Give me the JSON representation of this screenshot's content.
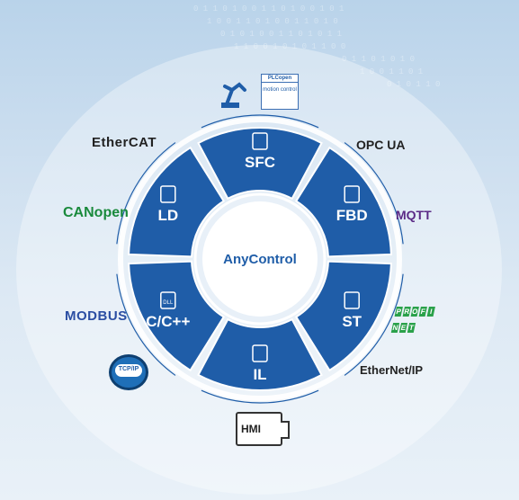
{
  "center": {
    "label": "AnyControl"
  },
  "segments": [
    {
      "id": "sfc",
      "label": "SFC",
      "icon": "sfc-icon"
    },
    {
      "id": "fbd",
      "label": "FBD",
      "icon": "fbd-icon"
    },
    {
      "id": "st",
      "label": "ST",
      "icon": "st-icon"
    },
    {
      "id": "il",
      "label": "IL",
      "icon": "il-icon"
    },
    {
      "id": "ccpp",
      "label": "C/C++",
      "icon": "dll-icon",
      "icon_text": "DLL"
    },
    {
      "id": "ld",
      "label": "LD",
      "icon": "ld-icon"
    }
  ],
  "protocols": {
    "ethercat": "EtherCAT",
    "canopen": "CANopen",
    "modbus": "MODBUS",
    "tcpip": "TCP/IP",
    "opcua": "OPC UA",
    "mqtt": "MQTT",
    "profinet_letters": [
      "P",
      "R",
      "O",
      "F",
      "I",
      "N",
      "E",
      "T"
    ],
    "ethernetip": "EtherNet/IP"
  },
  "plcopen": {
    "title": "PLCopen",
    "subtitle": "motion control"
  },
  "hmi": {
    "label": "HMI"
  },
  "colors": {
    "segment_blue": "#1f5da8",
    "ring_light": "#ffffff",
    "center_text": "#1f5da8"
  }
}
